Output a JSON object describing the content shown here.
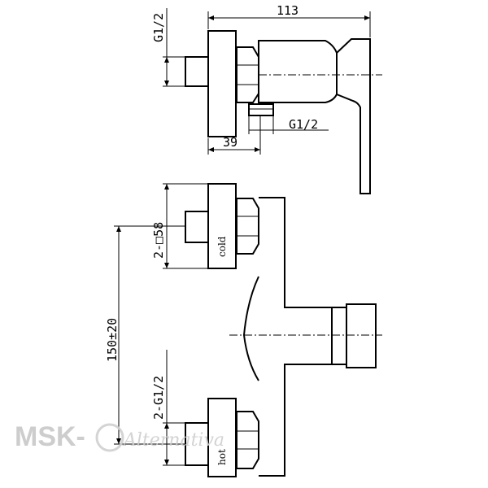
{
  "top_view": {
    "overall_width": "113",
    "left_thread": "G1/2",
    "bottom_thread": "G1/2",
    "offset": "39"
  },
  "front_view": {
    "square_label": "2-□58",
    "spacing_label": "150±20",
    "thread_label": "2-G1/2",
    "cold_label": "cold",
    "hot_label": "hot"
  },
  "watermark": {
    "brand": "MSK-",
    "script": "Alternativa"
  },
  "colors": {
    "line": "#000000",
    "watermark": "#c8c8c8"
  }
}
